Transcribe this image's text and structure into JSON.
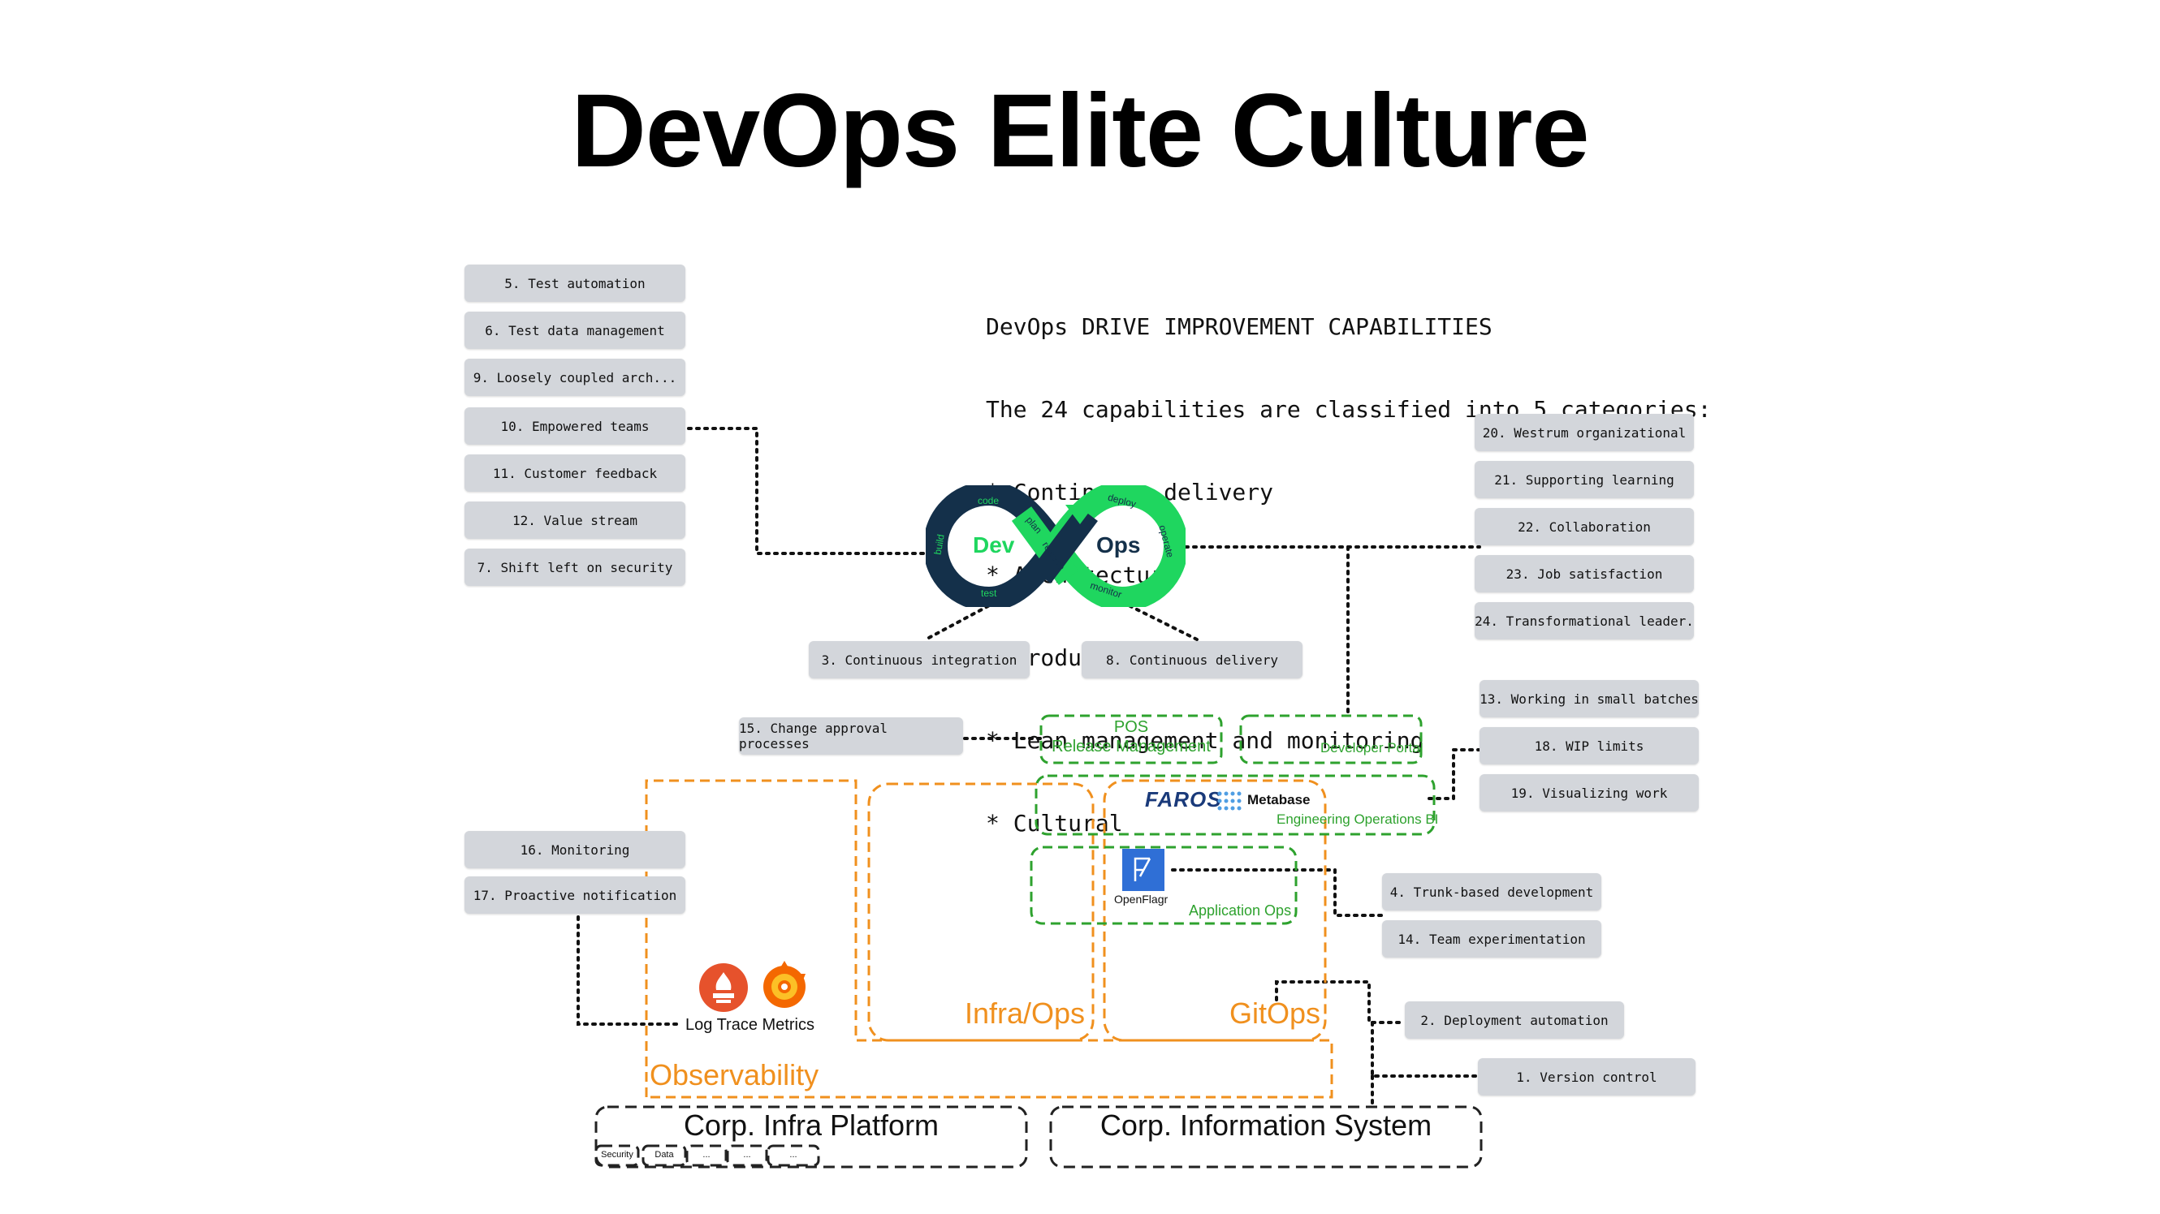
{
  "title": "DevOps Elite Culture",
  "capabilities_text": [
    "DevOps DRIVE IMPROVEMENT CAPABILITIES",
    "The 24 capabilities are classified into 5 categories:",
    "* Continuous delivery",
    "* Architecture",
    "* Product and process",
    "* Lean management and monitoring",
    "* Cultural"
  ],
  "left_pills": [
    "5. Test automation",
    "6. Test data management",
    "9. Loosely coupled arch...",
    "10. Empowered teams",
    "11. Customer feedback",
    "12. Value stream",
    "7. Shift left on security"
  ],
  "right_pills": [
    "20. Westrum organizational",
    "21. Supporting learning",
    "22. Collaboration",
    "23. Job satisfaction",
    "24. Transformational leader."
  ],
  "center_pills": {
    "ci": "3. Continuous integration",
    "cd": "8. Continuous delivery"
  },
  "change_approval": "15. Change approval processes",
  "lean_pills": [
    "13. Working in small batches",
    "18. WIP limits",
    "19. Visualizing work"
  ],
  "monitoring_pills": [
    "16. Monitoring",
    "17. Proactive notification"
  ],
  "trunk_pills": [
    "4. Trunk-based development",
    "14. Team experimentation"
  ],
  "deploy_pill": "2. Deployment automation",
  "version_pill": "1. Version control",
  "devops_logo": {
    "dev": "Dev",
    "ops": "Ops",
    "stages": [
      "code",
      "plan",
      "build",
      "test",
      "release",
      "deploy",
      "operate",
      "monitor"
    ]
  },
  "boxes": {
    "pos_line1": "POS",
    "pos_line2": "Release Management",
    "dev_portal": "Developer Portal",
    "faros": "FAROS",
    "metabase": "Metabase",
    "eng_ops_bi": "Engineering Operations BI",
    "openflagr": "OpenFlagr",
    "app_ops": "Application Ops",
    "infra_ops": "Infra/Ops",
    "gitops": "GitOps",
    "observability": "Observability",
    "log_trace_metrics": "Log Trace Metrics",
    "corp_infra": "Corp. Infra Platform",
    "corp_info": "Corp. Information System",
    "infra_sub": [
      "Security",
      "Data",
      "...",
      "...",
      "..."
    ]
  },
  "colors": {
    "pill_bg": "#d3d6db",
    "green": "#2ea22e",
    "orange": "#f0901e",
    "navy": "#14304a",
    "bright_green": "#1fd65f"
  }
}
